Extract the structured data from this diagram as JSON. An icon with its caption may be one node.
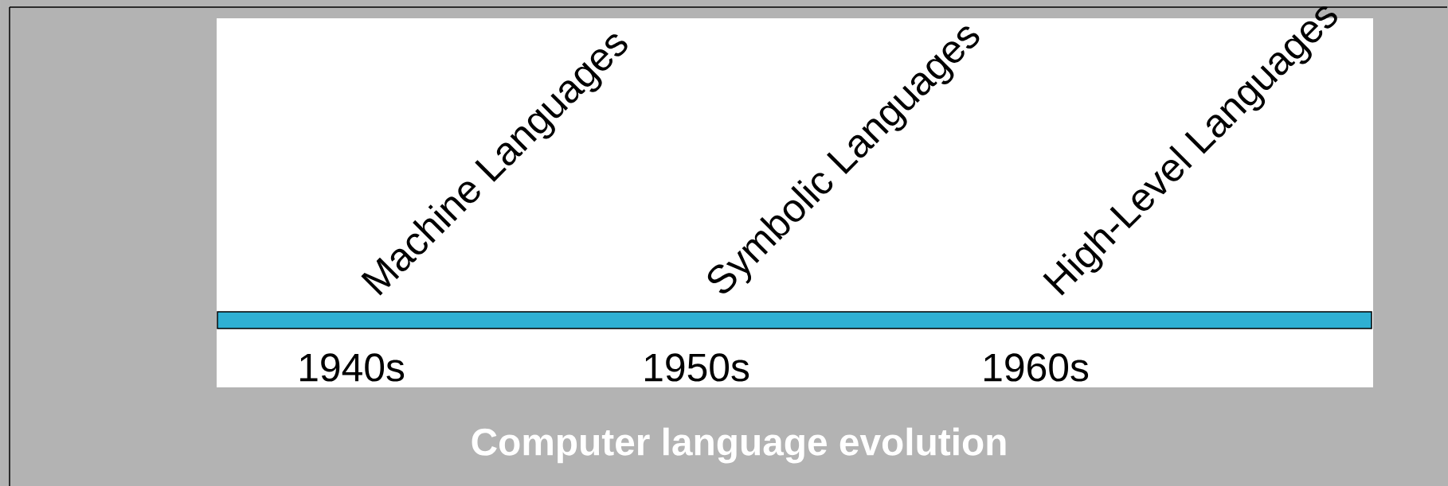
{
  "diagram": {
    "caption": "Computer language evolution",
    "labels": [
      "Machine Languages",
      "Symbolic Languages",
      "High-Level Languages",
      "1940s",
      "1950s",
      "1960s"
    ]
  }
}
